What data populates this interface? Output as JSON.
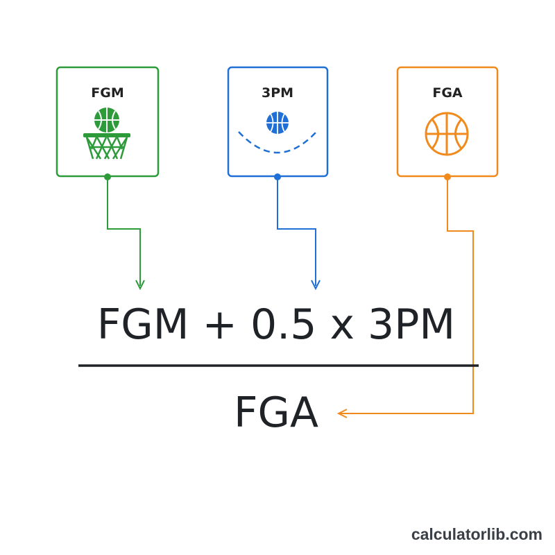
{
  "inputs": [
    {
      "label": "FGM",
      "icon": "basketball-hoop-icon",
      "color": "#2e9b3a"
    },
    {
      "label": "3PM",
      "icon": "three-point-arc-icon",
      "color": "#1f6fd6"
    },
    {
      "label": "FGA",
      "icon": "basketball-icon",
      "color": "#f08a1c"
    }
  ],
  "formula": {
    "numerator": "FGM + 0.5 x 3PM",
    "denominator": "FGA",
    "line_color": "#1f2226"
  },
  "watermark": "calculatorlib.com"
}
